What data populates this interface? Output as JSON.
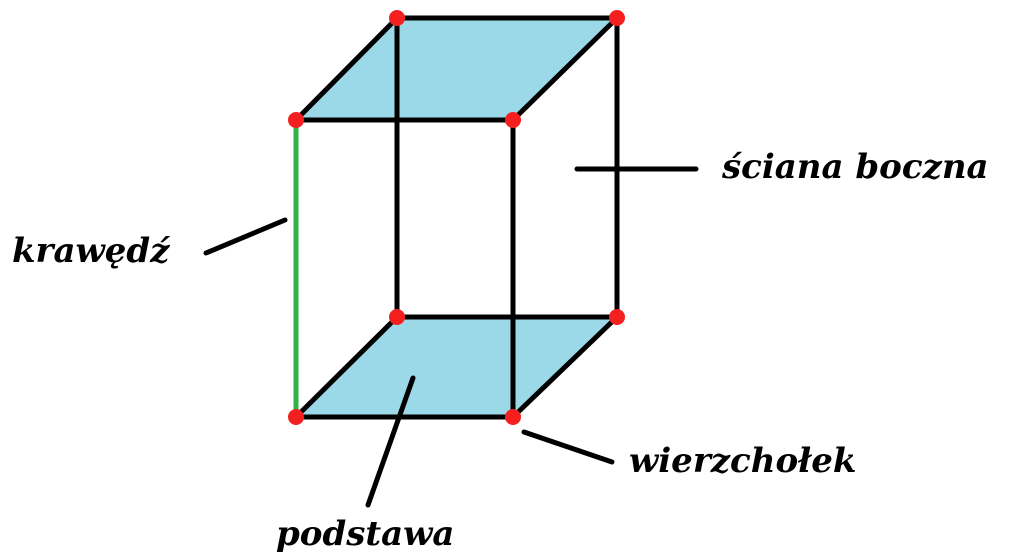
{
  "labels": {
    "wall": "ściana boczna",
    "edge": "krawędź",
    "vertex": "wierzchołek",
    "base": "podstawa"
  },
  "colors": {
    "background": "#ffffff",
    "face_fill": "#9bd9e9",
    "edge_stroke": "#000000",
    "highlight_edge": "#2db34a",
    "vertex_dot": "#f42020"
  }
}
